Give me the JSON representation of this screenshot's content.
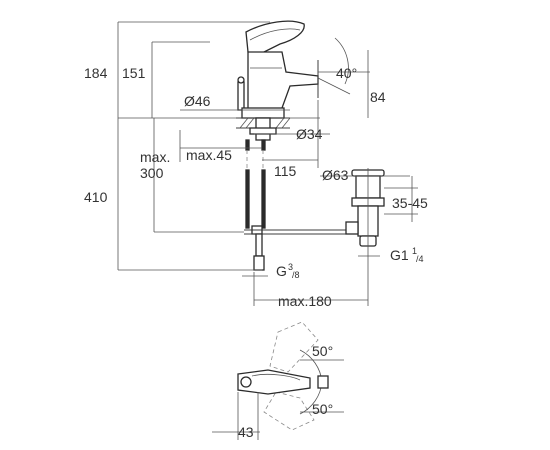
{
  "labels": {
    "h184": "184",
    "h151": "151",
    "h410": "410",
    "angle40": "40°",
    "len84": "84",
    "dia46": "Ø46",
    "dia34": "Ø34",
    "max_word": "max.",
    "v300": "300",
    "max45": "max.45",
    "len115": "115",
    "dia63": "Ø63",
    "range3545": "35-45",
    "g_main": "G",
    "g_sup": "3",
    "g_sub": "/8",
    "g1_main": "G1",
    "g1_sup": "1",
    "g1_sub": "/4",
    "max180": "max.180",
    "angle50_top": "50°",
    "angle50_bottom": "50°",
    "len43": "43"
  }
}
